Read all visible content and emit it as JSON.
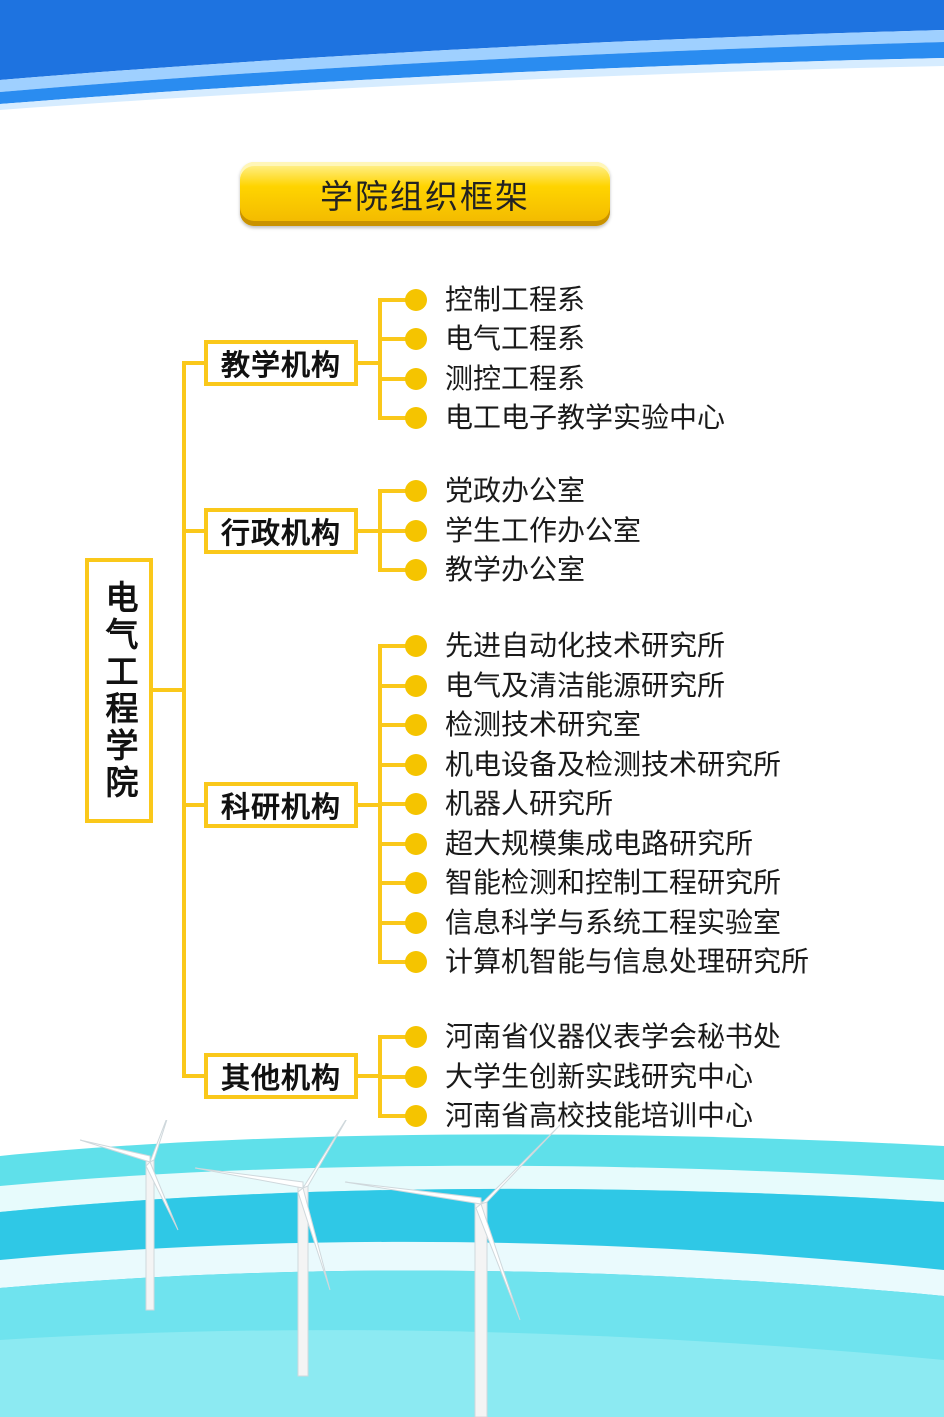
{
  "title": "学院组织框架",
  "root": "电气工程学院",
  "colors": {
    "accent": "#fac81a",
    "dot": "#f5c400",
    "blue_band": "#1e73e0",
    "cyan": "#5fe0ea"
  },
  "categories": [
    {
      "label": "教学机构",
      "items": [
        "控制工程系",
        "电气工程系",
        "测控工程系",
        "电工电子教学实验中心"
      ]
    },
    {
      "label": "行政机构",
      "items": [
        "党政办公室",
        "学生工作办公室",
        "教学办公室"
      ]
    },
    {
      "label": "科研机构",
      "items": [
        "先进自动化技术研究所",
        "电气及清洁能源研究所",
        "检测技术研究室",
        "机电设备及检测技术研究所",
        "机器人研究所",
        "超大规模集成电路研究所",
        "智能检测和控制工程研究所",
        "信息科学与系统工程实验室",
        "计算机智能与信息处理研究所"
      ]
    },
    {
      "label": "其他机构",
      "items": [
        "河南省仪器仪表学会秘书处",
        "大学生创新实践研究中心",
        "河南省高校技能培训中心"
      ]
    }
  ]
}
